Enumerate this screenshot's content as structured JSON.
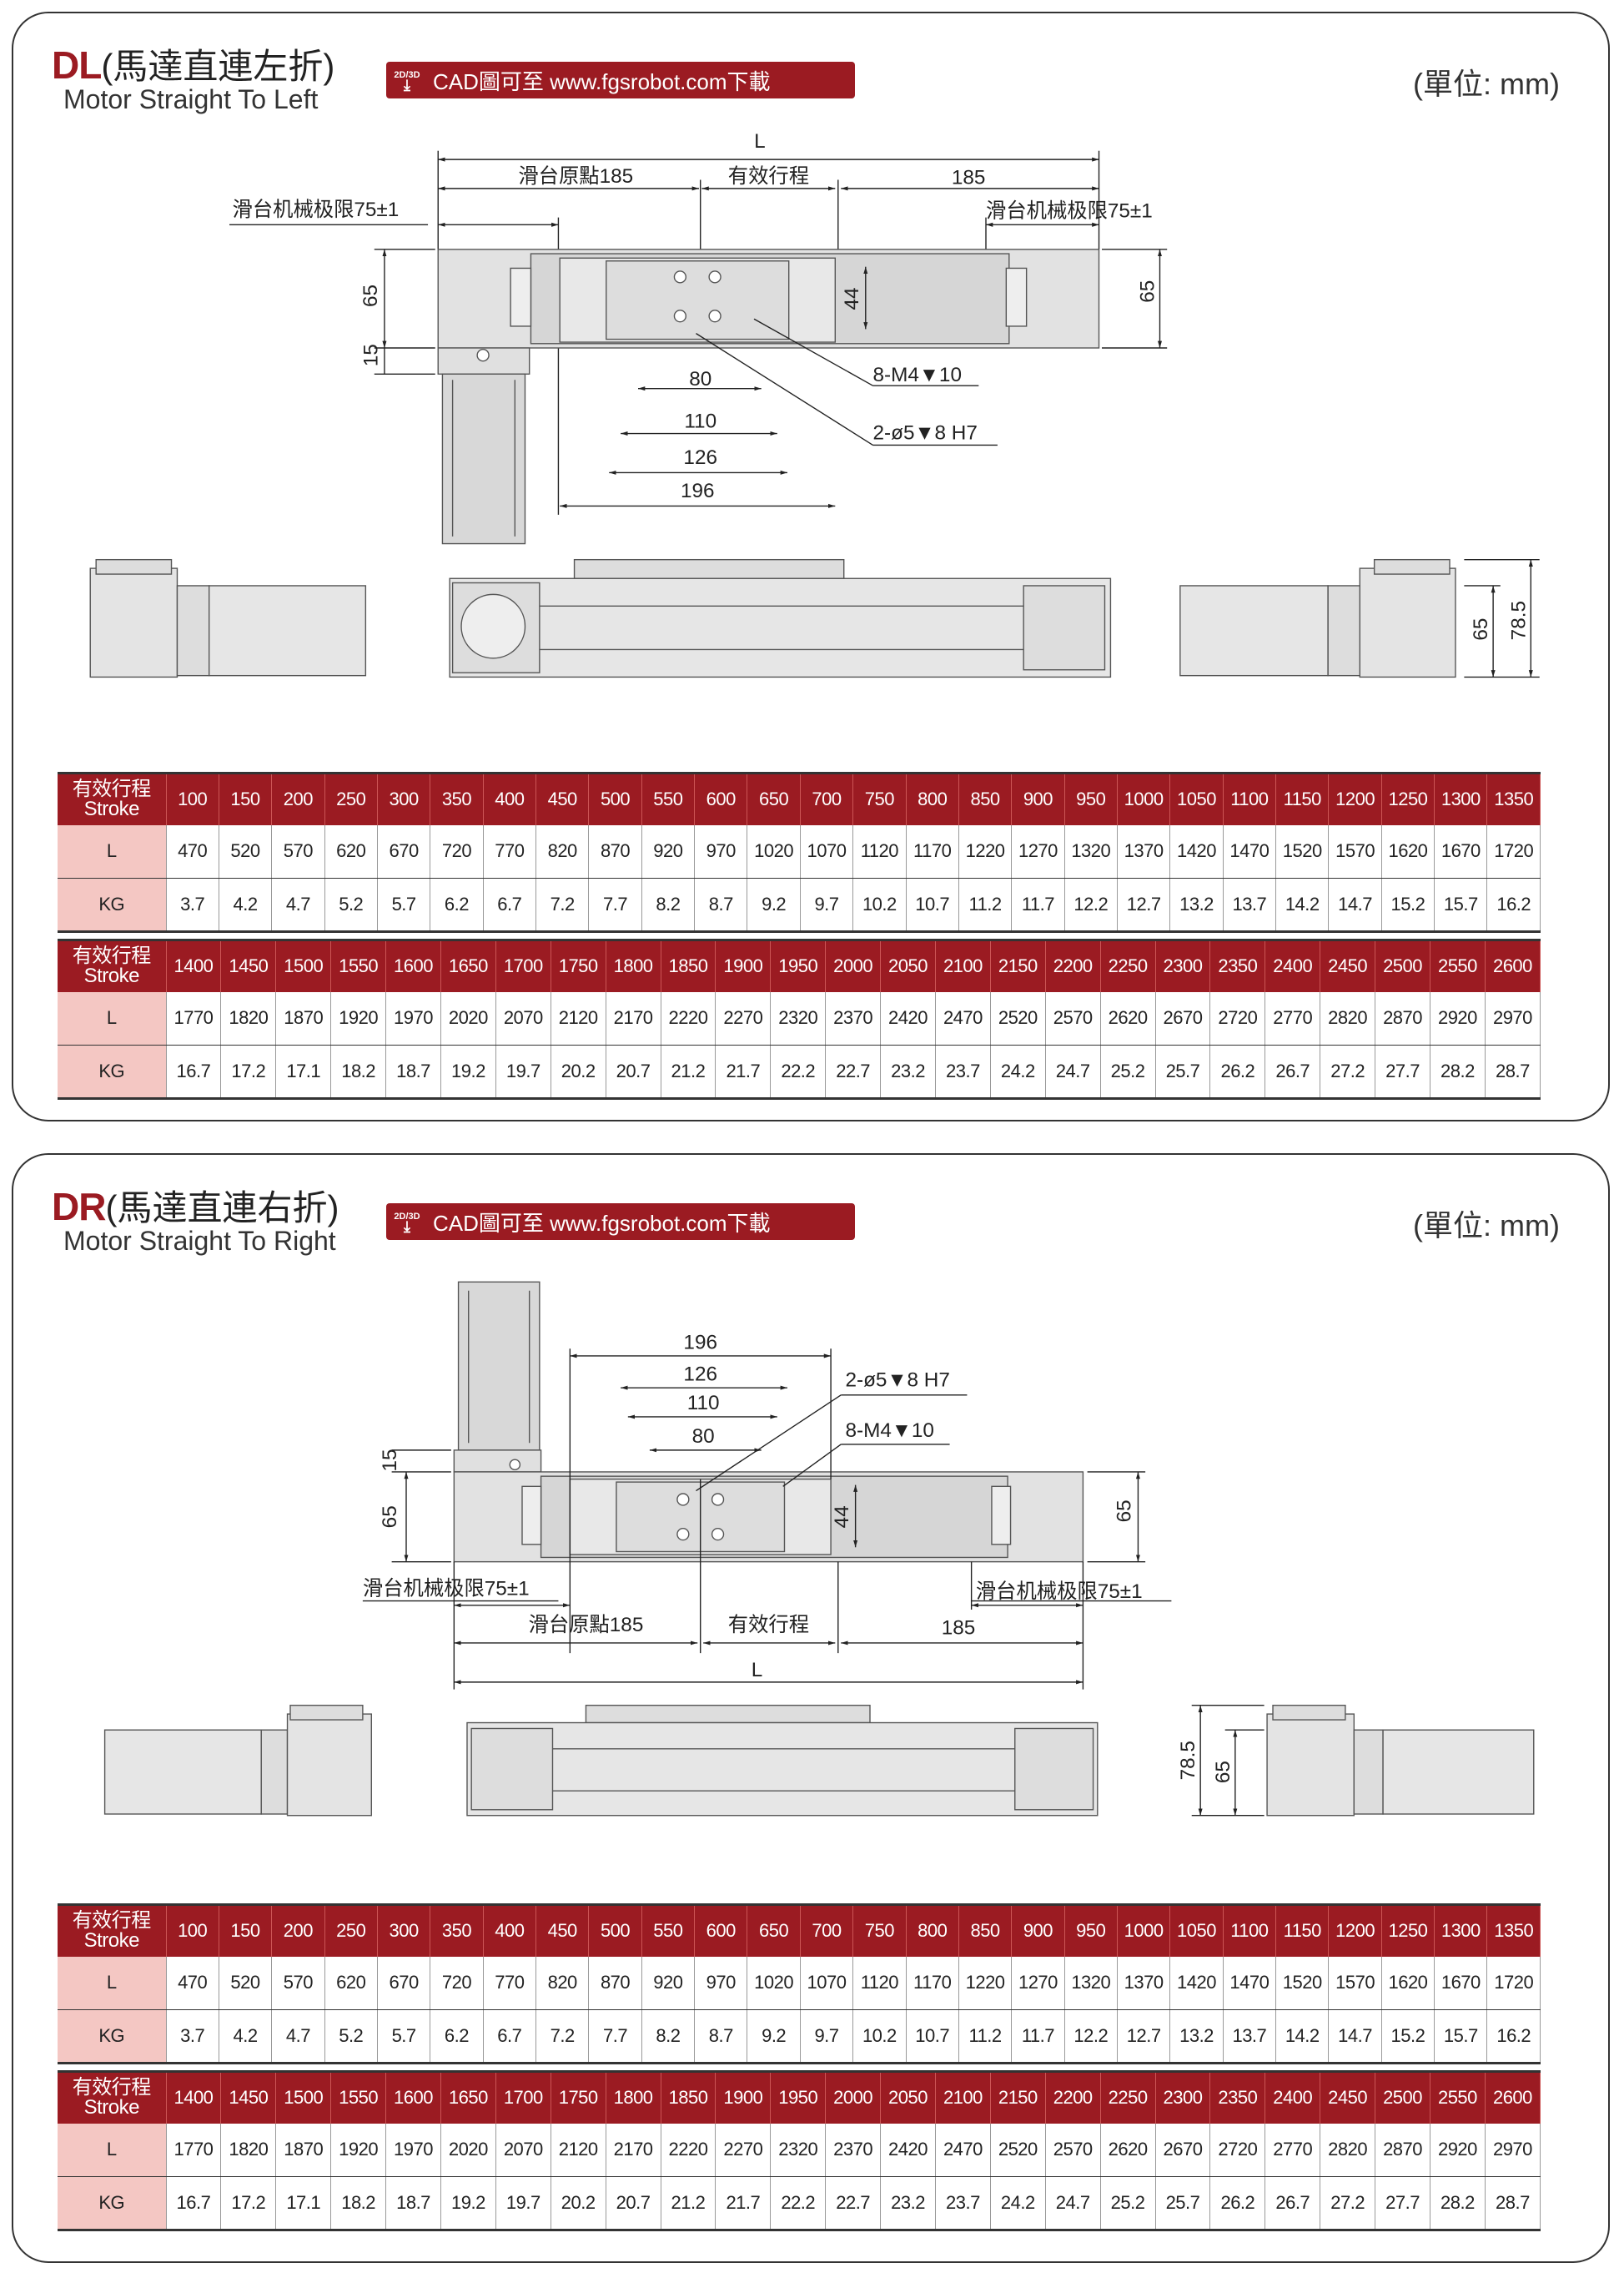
{
  "colors": {
    "brand": "#9b1b22",
    "label_bg": "#f4c7c3"
  },
  "panels": [
    {
      "code": "DL",
      "title_cn": "(馬達直連左折)",
      "title_en": "Motor Straight To Left",
      "badge_small": "2D/3D",
      "badge_text": "CAD圖可至 www.fgsrobot.com下載",
      "unit": "(單位: mm)"
    },
    {
      "code": "DR",
      "title_cn": "(馬達直連右折)",
      "title_en": "Motor Straight To Right",
      "badge_small": "2D/3D",
      "badge_text": "CAD圖可至 www.fgsrobot.com下載",
      "unit": "(單位: mm)"
    }
  ],
  "dims": {
    "L": "L",
    "origin": "滑台原點185",
    "stroke": "有效行程",
    "end": "185",
    "limit": "滑台机械极限75±1",
    "h65": "65",
    "h15": "15",
    "h44": "44",
    "w80": "80",
    "w110": "110",
    "w126": "126",
    "w196": "196",
    "tap": "8-M4▼10",
    "pin": "2-ø5▼8  H7",
    "h785": "78.5"
  },
  "table_labels": {
    "stroke_cn": "有效行程",
    "stroke_en": "Stroke",
    "L": "L",
    "KG": "KG"
  },
  "tables": [
    {
      "stroke": [
        "100",
        "150",
        "200",
        "250",
        "300",
        "350",
        "400",
        "450",
        "500",
        "550",
        "600",
        "650",
        "700",
        "750",
        "800",
        "850",
        "900",
        "950",
        "1000",
        "1050",
        "1100",
        "1150",
        "1200",
        "1250",
        "1300",
        "1350"
      ],
      "L": [
        "470",
        "520",
        "570",
        "620",
        "670",
        "720",
        "770",
        "820",
        "870",
        "920",
        "970",
        "1020",
        "1070",
        "1120",
        "1170",
        "1220",
        "1270",
        "1320",
        "1370",
        "1420",
        "1470",
        "1520",
        "1570",
        "1620",
        "1670",
        "1720"
      ],
      "KG": [
        "3.7",
        "4.2",
        "4.7",
        "5.2",
        "5.7",
        "6.2",
        "6.7",
        "7.2",
        "7.7",
        "8.2",
        "8.7",
        "9.2",
        "9.7",
        "10.2",
        "10.7",
        "11.2",
        "11.7",
        "12.2",
        "12.7",
        "13.2",
        "13.7",
        "14.2",
        "14.7",
        "15.2",
        "15.7",
        "16.2"
      ]
    },
    {
      "stroke": [
        "1400",
        "1450",
        "1500",
        "1550",
        "1600",
        "1650",
        "1700",
        "1750",
        "1800",
        "1850",
        "1900",
        "1950",
        "2000",
        "2050",
        "2100",
        "2150",
        "2200",
        "2250",
        "2300",
        "2350",
        "2400",
        "2450",
        "2500",
        "2550",
        "2600"
      ],
      "L": [
        "1770",
        "1820",
        "1870",
        "1920",
        "1970",
        "2020",
        "2070",
        "2120",
        "2170",
        "2220",
        "2270",
        "2320",
        "2370",
        "2420",
        "2470",
        "2520",
        "2570",
        "2620",
        "2670",
        "2720",
        "2770",
        "2820",
        "2870",
        "2920",
        "2970"
      ],
      "KG": [
        "16.7",
        "17.2",
        "17.1",
        "18.2",
        "18.7",
        "19.2",
        "19.7",
        "20.2",
        "20.7",
        "21.2",
        "21.7",
        "22.2",
        "22.7",
        "23.2",
        "23.7",
        "24.2",
        "24.7",
        "25.2",
        "25.7",
        "26.2",
        "26.7",
        "27.2",
        "27.7",
        "28.2",
        "28.7"
      ]
    }
  ]
}
